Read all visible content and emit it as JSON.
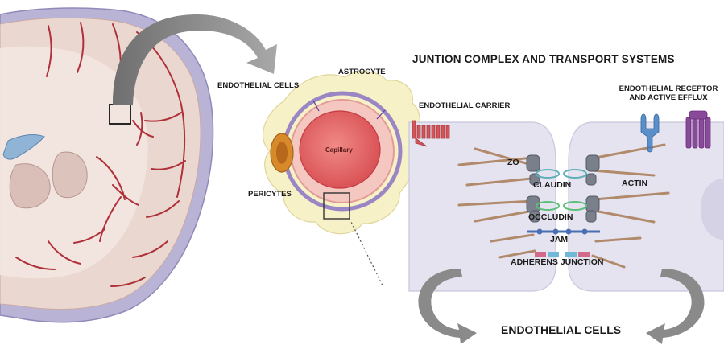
{
  "title": "JUNTION COMPLEX AND TRANSPORT SYSTEMS",
  "labels": {
    "endothelial_cells_top": "ENDOTHELIAL CELLS",
    "astrocyte": "ASTROCYTE",
    "capillary": "Capillary",
    "pericytes": "PERICYTES",
    "endothelial_carrier": "ENDOTHELIAL CARRIER",
    "endothelial_receptor_line1": "ENDOTHELIAL RECEPTOR",
    "endothelial_receptor_line2": "AND ACTIVE EFFLUX",
    "zo": "ZO",
    "claudin": "CLAUDIN",
    "actin": "ACTIN",
    "occludin": "OCCLUDIN",
    "jam": "JAM",
    "adherens_junction": "ADHERENS JUNCTION",
    "endothelial_cells_bottom": "ENDOTHELIAL CELLS"
  },
  "colors": {
    "brain_tissue": "#e8d4cc",
    "brain_meninges": "#b9b4d6",
    "vessel_red": "#b0303a",
    "arrow_gray": "#8a8a8a",
    "capillary_red": "#e86a6a",
    "astrocyte_cream": "#f7f1c8",
    "pericyte_orange": "#d88a2a",
    "cell_lavender": "#e4e3ef",
    "actin_brown": "#b08a6a",
    "claudin_teal": "#5fb0b8",
    "occludin_green": "#5cbf7a",
    "jam_blue": "#4a6fb3",
    "receptor_blue": "#5b8fc9",
    "efflux_purple": "#8a4a9a",
    "carrier_red": "#d2555a"
  }
}
